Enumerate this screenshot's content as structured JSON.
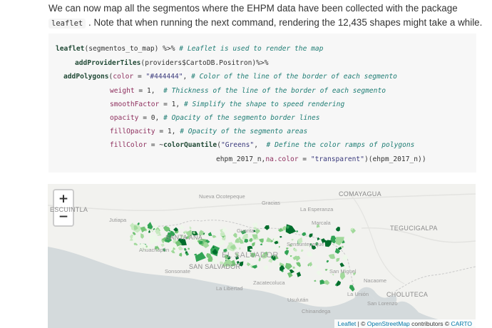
{
  "intro": {
    "line1": "We can now map all the segmentos where the EHPM data have been collected with the package",
    "code": "leaflet",
    "line2": ". Note that when running the next command, rendering the 12,435 shapes might take a while."
  },
  "code": {
    "line1": {
      "p1": "leaflet",
      "p2": "(segmentos_to_map) %>% ",
      "c": "# Leaflet is used to render the map"
    },
    "line2": {
      "p1": "addProviderTiles",
      "p2": "(providers$CartoDB.Positron)%>%"
    },
    "line3": {
      "p1": "addPolygons",
      "p2": "(",
      "arg": "color",
      "p3": " = ",
      "s": "\"#444444\"",
      "p4": ", ",
      "c": "# Color of the line of the border of each segmento"
    },
    "line4": {
      "arg": "weight",
      "p2": " = 1,  ",
      "c": "# Thickness of the line of the border of each segmento"
    },
    "line5": {
      "arg": "smoothFactor",
      "p2": " = 1, ",
      "c": "# Simplify the shape to speed rendering"
    },
    "line6": {
      "arg": "opacity",
      "p2": " = 0, ",
      "c": "# Opacity of the segmento border lines"
    },
    "line7": {
      "arg": "fillOpacity",
      "p2": " = 1, ",
      "c": "# Opacity of the segmento areas"
    },
    "line8": {
      "arg": "fillColor",
      "p2": " = ~",
      "fn": "colorQuantile",
      "p3": "(",
      "s": "\"Greens\"",
      "p4": ",  ",
      "c": "# Define the color ramps of polygons"
    },
    "line9": {
      "p1": "ehpm_2017_n,",
      "arg": "na.color",
      "p2": " = ",
      "s": "\"transparent\"",
      "p3": ")(ehpm_2017_n))"
    }
  },
  "map": {
    "zoom_in": "+",
    "zoom_out": "−",
    "labels": {
      "nueva_ocotepeque": "Nueva Ocotepeque",
      "comayagua": "COMAYAGUA",
      "escuintla": "ESCUINTLA",
      "la_esperanza": "La Esperanza",
      "santa_ana": "SANTA ANA",
      "tegucigalpa": "TEGUCIGALPA",
      "el_salvador": "EL SALVADOR",
      "san_salvador": "SAN SALVADOR",
      "sensuntepeque": "Sensuntepeque",
      "nacaome": "Nacaome",
      "choluteca": "CHOLUTECA",
      "la_libertad": "La Libertad",
      "usulutan": "Usulután",
      "chinandega": "Chinandega",
      "guarita": "Guarita",
      "zacatecoluca": "Zacatecoluca",
      "san_miguel": "San Miguel",
      "jutiapa": "Jutiapa",
      "ahuachapan": "Ahuachapán",
      "sonsonate": "Sonsonate",
      "gracias": "Gracias",
      "marcala": "Marcala",
      "la_union": "La Unión",
      "san_lorenzo": "San Lorenzo"
    },
    "colors": {
      "water": "#d4dadc",
      "land": "#f2f2ef",
      "greens": [
        "#edf8e9",
        "#c7e9c0",
        "#a1d99b",
        "#74c476",
        "#31a354",
        "#006d2c"
      ]
    },
    "attribution": {
      "leaflet": "Leaflet",
      "sep1": " | © ",
      "osm": "OpenStreetMap",
      "mid": " contributors © ",
      "carto": "CARTO"
    }
  }
}
